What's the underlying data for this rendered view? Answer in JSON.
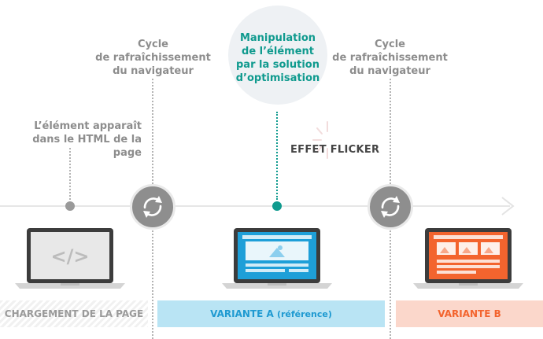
{
  "labels": {
    "element_appears": [
      "L’élément apparaît",
      "dans le HTML de la page"
    ],
    "cycle_1": [
      "Cycle",
      "de rafraîchissement",
      "du navigateur"
    ],
    "manipulation": [
      "Manipulation",
      "de l’élément",
      "par la solution",
      "d’optimisation"
    ],
    "cycle_2": [
      "Cycle",
      "de rafraîchissement",
      "du navigateur"
    ],
    "flicker": "EFFET FLICKER"
  },
  "bands": {
    "loading": "CHARGEMENT DE LA PAGE",
    "variant_a_main": "VARIANTE A",
    "variant_a_sub": "(référence)",
    "variant_b": "VARIANTE B"
  },
  "icons": {
    "code": "</>",
    "refresh_1": "refresh-icon",
    "refresh_2": "refresh-icon",
    "arrow": "chevron-right-icon"
  },
  "colors": {
    "teal": "#0f9a8e",
    "blue": "#1f9ad1",
    "orange": "#f3642e",
    "gray": "#8d8d8d"
  }
}
